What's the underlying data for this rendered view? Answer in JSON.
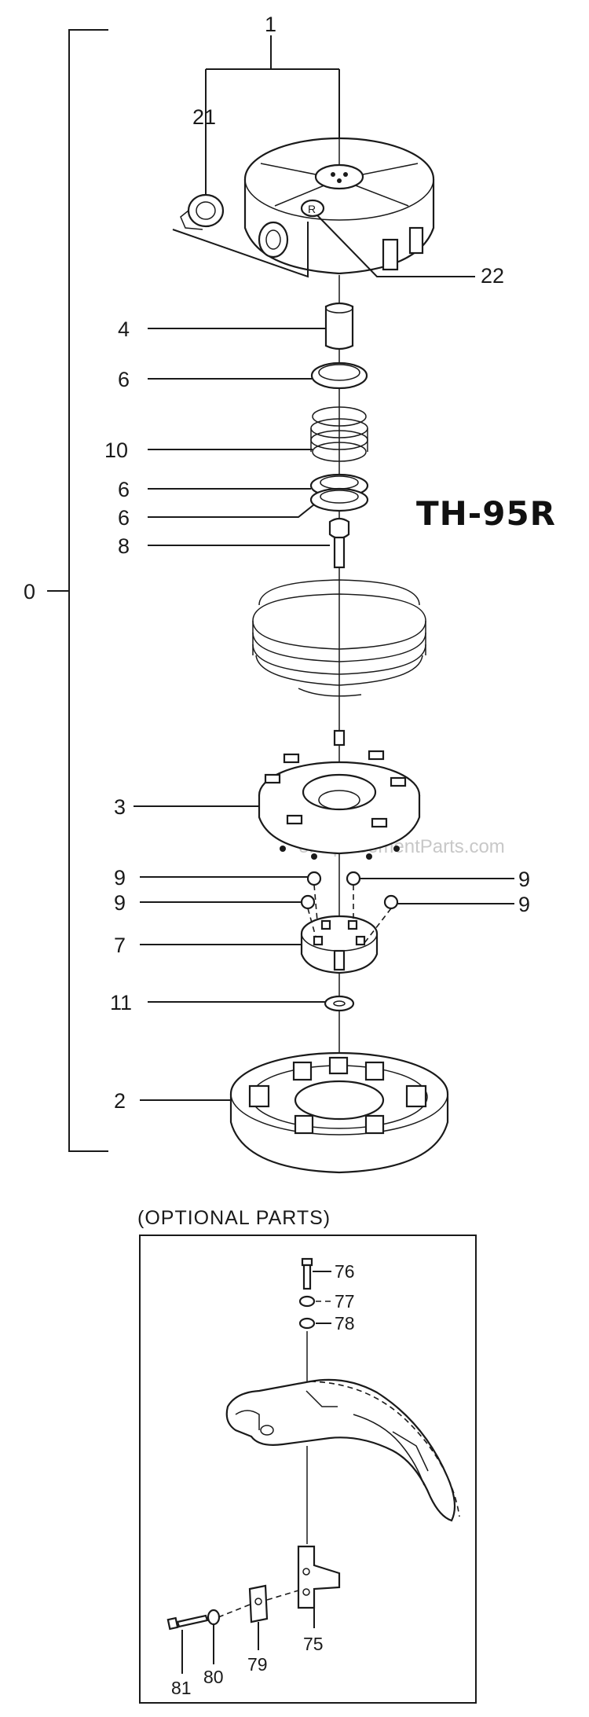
{
  "model_title": "TH-95R",
  "assembly_label": "0",
  "optional_title": "(OPTIONAL PARTS)",
  "watermark": "eReplacementParts.com",
  "callouts": {
    "p1": "1",
    "p21": "21",
    "p22": "22",
    "p4": "4",
    "p6a": "6",
    "p10": "10",
    "p6b": "6",
    "p6c": "6",
    "p8": "8",
    "p3": "3",
    "p9a": "9",
    "p9b": "9",
    "p9c": "9",
    "p9d": "9",
    "p7": "7",
    "p11": "11",
    "p2": "2",
    "p76": "76",
    "p77": "77",
    "p78": "78",
    "p75": "75",
    "p79": "79",
    "p80": "80",
    "p81": "81"
  }
}
